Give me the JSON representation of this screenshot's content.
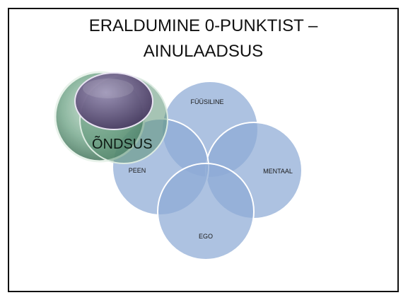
{
  "slide": {
    "title_line1": "ERALDUMINE 0-PUNKTIST –",
    "title_line2": "AINULAADSUS"
  },
  "diagram": {
    "circles": [
      {
        "label": "FÜÜSILINE"
      },
      {
        "label": "MENTAAL"
      },
      {
        "label": "EGO"
      },
      {
        "label": "PEEN"
      }
    ],
    "overlay_label": "ÕNDSUS",
    "colors": {
      "circle_fill": "#8eaad6",
      "circle_stroke": "#ffffff",
      "overlay_green": "#4f8a6a",
      "overlay_purple": "#6a5a86"
    }
  }
}
